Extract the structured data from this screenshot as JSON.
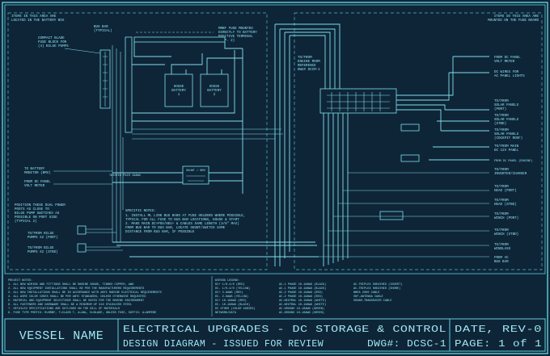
{
  "battery_box_note": [
    "ITEMS IN THIS AREA ARE",
    "LOCATED IN THE BATTERY BOX"
  ],
  "fuse_board_note": [
    "ITEMS IN THIS AREA ARE",
    "MOUNTED ON THE FUSE BOARD"
  ],
  "left_labels": {
    "fuse_block": [
      "COMPACT BLADE",
      "FUSE BLOCK FOR",
      "(4) BILGE PUMPS"
    ],
    "bus_bar": [
      "BUS BAR",
      "(TYPICAL)"
    ],
    "mrbf": [
      "MRBF FUSE MOUNTED",
      "DIRECTLY TO BATTERY",
      "POSITIVE TERMINAL",
      "(TYP. 2)"
    ],
    "house_battery_1": [
      "HOUSE",
      "BATTERY",
      "1"
    ],
    "house_battery_2": [
      "HOUSE",
      "BATTERY",
      "2"
    ],
    "to_battery_monitor": [
      "TO BATTERY",
      "MONITOR (BMV)"
    ],
    "from_dc_panel_volt": [
      "FROM DC PANEL",
      "VOLT METER"
    ],
    "twisted_pair": "TWISTED PAIR 18AWG",
    "shunt": "SHUNT / BMV",
    "position_note": [
      "POSITION THESE DUAL POWER",
      "POSTS AS CLOSE TO",
      "BILGE PUMP SWITCHES AS",
      "POSSIBLE ON PORT SIDE",
      "(TYPICAL 2)"
    ],
    "bilge_port": [
      "TO/FROM BILGE",
      "PUMPS X2 (PORT)"
    ],
    "bilge_stbd": [
      "TO/FROM BILGE",
      "PUMPS X2 (STBD)"
    ]
  },
  "specific_notes": {
    "title": "SPECIFIC NOTES:",
    "lines": [
      "1. INSTALL ML LINK BUS BARS AT FUSE HOLDERS WHERE POSSIBLE,",
      "   TYPICAL FOR ALL FUSE TO BUS BAR LOCATIONS, HOUSE & START",
      "2. MAKE MAIN DC+POS/NEG+ & CABLES SAME LENGTH (3/8\" MAX)",
      "   FROM BUS BAR TO BUS BAR, LOCATE SHUNT/SWITCH SAME",
      "   DISTANCE FROM BUS BAR, IF POSSIBLE"
    ]
  },
  "engine_room": [
    "TO/FROM",
    "ENGINE ROOM",
    "REFERENCE",
    "DWG# DCCM-1"
  ],
  "right_labels": [
    [
      "FROM DC PANEL",
      "VOLT METER"
    ],
    [
      "DC WIRES FOR",
      "AC PANEL LIGHTS"
    ],
    [
      "TO/FROM",
      "SOLAR PANELS",
      "(PORT)"
    ],
    [
      "TO/FROM",
      "SOLAR PANELS",
      "(STBD)"
    ],
    [
      "TO/FROM",
      "SOLAR PANELS",
      "(COCKPIT ROOF)"
    ],
    [
      "TO/FROM MAIN",
      "DC 12V PANEL"
    ],
    [
      "FROM DC PANEL (ENGINE)"
    ],
    [
      "TO/FROM",
      "INVERTER/CHARGER"
    ],
    [
      "TO/FROM",
      "HEAD (PORT)"
    ],
    [
      "TO/FROM",
      "HEAD (STBD)"
    ],
    [
      "TO/FROM",
      "WINCH (PORT)"
    ],
    [
      "TO/FROM",
      "WINCH (STBD)"
    ],
    [
      "TO/FROM",
      "WINDLASS"
    ],
    [
      "FROM AC",
      "BUS BAR"
    ]
  ],
  "project_notes": {
    "title": "PROJECT NOTES:",
    "lines": [
      "1. ALL NEW WIRING AND FITTINGS SHALL BE MARINE GRADE, TINNED COPPER, AWG",
      "2. ALL NEW EQUIPMENT INSTALLATIONS SHALL BE PER THE MANUFACTURERS REQUIREMENTS",
      "3. ALL NEW INSTALLATIONS SHALL BE IN ACCORDANCE WITH ABYC MARINE ELECTRICAL REQUIREMENTS",
      "4. ALL WIRE COLOR CODES SHALL BE PER ABYC STANDARDS, UNLESS OTHERWISE REQUESTED",
      "5. MATERIAL AND EQUIPMENT SELECTIONS SHALL BE RATED FOR THE MARINE ENVIRONMENT",
      "6. ALL FASTENERS AND HARDWARE SHALL BE A MINIMUM OF 316 STAINLESS STEEL",
      "7. DETAILED SPECIFICATIONS ARE OUTLINED ON THE BILL OF MATERIALS",
      "8. FUSE TYPE PREFIX: M=MRBF, T=CLASS T, A=ANL, B=BLADE, UNLESS FUSE, SUFFIX: A=AMPERE"
    ]
  },
  "wiring_legend": {
    "title": "WIRING LEGEND:",
    "col1": [
      "DC+ 1/0-4/0 (RED)",
      "DC- 1/0-4/0 (YELLOW)",
      "DC+ 2-8AWG (RED)",
      "DC- 2-8AWG (YELLOW)",
      "DC+ 10-18AWG (RED)",
      "DC- 10-18AWG (BLACK)",
      "DC OTHER (COLOR VARIES)",
      "NETWORK/DATA"
    ],
    "col2": [
      "AC-1 PHASE 10-18AWG (BLACK)",
      "AC-1 PHASE 10-18AWG (BLACK)",
      "AC-2 PHASE 10-18AWG (RED)",
      "AC-2 PHASE 10-18AWG (RED)",
      "AC-NEUTRAL 10-18AWG (WHITE)",
      "AC-NEUTRAL 10-18AWG (WHITE)",
      "AC-GROUND 10-18AWG (GREEN)",
      "AC-GROUND 10-18AWG (GREEN)"
    ],
    "col3": [
      "AC-TRIPLEX SHEATHED (INVERT)",
      "AC-TRIPLEX SHEATHED (SHORE)",
      "NMEA 2000 CABLE",
      "VHF-ANTENNA CABLE",
      "SONAR-TRANSDUCER CABLE"
    ]
  },
  "title_block": {
    "vessel": "VESSEL NAME",
    "line1": "ELECTRICAL UPGRADES - DC STORAGE & CONTROL",
    "line2": "DESIGN DIAGRAM - ISSUED FOR REVIEW",
    "dwg": "DWG#: DCSC-1",
    "date_rev": "DATE, REV-0",
    "page": "PAGE: 1 of 1"
  }
}
